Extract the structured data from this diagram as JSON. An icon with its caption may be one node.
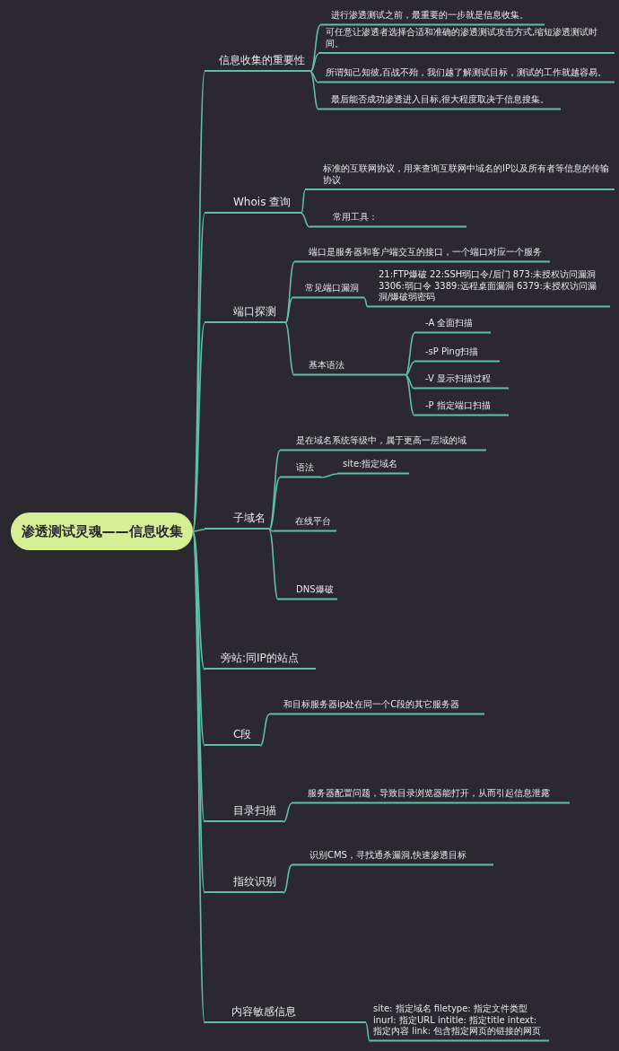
{
  "diagram": {
    "nodes": [
      {
        "text": [
          "渗透测试灵魂——信息收集"
        ]
      },
      {
        "text": [
          "信息收集的重要性"
        ]
      },
      {
        "text": [
          "进行渗透测试之前，最重要的一步就是信息收集。"
        ]
      },
      {
        "text": [
          "可任意让渗透者选择合适和准确的渗透测试攻击方式,缩短渗透测试时间。"
        ]
      },
      {
        "text": [
          "所谓知己知彼,百战不殆，我们越了解测试目标，测试的工作就越容易。"
        ]
      },
      {
        "text": [
          "最后能否成功渗透进入目标,很大程度取决于信息搜集。"
        ]
      },
      {
        "text": [
          "Whois 查询"
        ]
      },
      {
        "text": [
          "标准的互联网协议，用来查询互联网中域名的IP以及所有者等信息的传输协议"
        ]
      },
      {
        "text": [
          "常用工具："
        ]
      },
      {
        "text": [
          "端口探测"
        ]
      },
      {
        "text": [
          "端口是服务器和客户端交互的接口，一个端口对应一个服务"
        ]
      },
      {
        "text": [
          "常见端口漏洞"
        ]
      },
      {
        "text": [
          "21:FTP爆破 22:SSH弱口令/后门 873:未授权访问漏洞 3306:弱口令 3389:远程桌面漏洞 6379:未授权访问漏洞/爆破弱密码"
        ]
      },
      {
        "text": [
          "基本语法"
        ]
      },
      {
        "text": [
          "-A 全面扫描"
        ]
      },
      {
        "text": [
          "-sP Ping扫描"
        ]
      },
      {
        "text": [
          "-V 显示扫描过程"
        ]
      },
      {
        "text": [
          "-P 指定端口扫描"
        ]
      },
      {
        "text": [
          "子域名"
        ]
      },
      {
        "text": [
          "是在域名系统等级中，属于更高一层域的域"
        ]
      },
      {
        "text": [
          "语法"
        ]
      },
      {
        "text": [
          "site:指定域名"
        ]
      },
      {
        "text": [
          "在线平台"
        ]
      },
      {
        "text": [
          "DNS爆破"
        ]
      },
      {
        "text": [
          "旁站:同IP的站点"
        ]
      },
      {
        "text": [
          "C段"
        ]
      },
      {
        "text": [
          "和目标服务器ip处在同一个C段的其它服务器"
        ]
      },
      {
        "text": [
          "目录扫描"
        ]
      },
      {
        "text": [
          "服务器配置问题，导致目录浏览器能打开，从而引起信息泄露"
        ]
      },
      {
        "text": [
          "指纹识别"
        ]
      },
      {
        "text": [
          "识别CMS，寻找通杀漏洞,快速渗透目标"
        ]
      },
      {
        "text": [
          "内容敏感信息"
        ]
      },
      {
        "text": [
          "site: 指定域名 filetype: 指定文件类型 inurl: 指定URL intitle: 指定title intext: 指定内容 link: 包含指定网页的链接的网页"
        ]
      }
    ],
    "edges": [
      {
        "from": 0,
        "to": 1,
        "arrow": "none"
      },
      {
        "from": 1,
        "to": 2,
        "arrow": "none"
      },
      {
        "from": 1,
        "to": 3,
        "arrow": "none"
      },
      {
        "from": 1,
        "to": 4,
        "arrow": "none"
      },
      {
        "from": 1,
        "to": 5,
        "arrow": "none"
      },
      {
        "from": 0,
        "to": 6,
        "arrow": "none"
      },
      {
        "from": 6,
        "to": 7,
        "arrow": "none"
      },
      {
        "from": 6,
        "to": 8,
        "arrow": "none"
      },
      {
        "from": 0,
        "to": 9,
        "arrow": "none"
      },
      {
        "from": 9,
        "to": 10,
        "arrow": "none"
      },
      {
        "from": 9,
        "to": 11,
        "arrow": "none"
      },
      {
        "from": 11,
        "to": 12,
        "arrow": "none"
      },
      {
        "from": 9,
        "to": 13,
        "arrow": "none"
      },
      {
        "from": 13,
        "to": 14,
        "arrow": "none"
      },
      {
        "from": 13,
        "to": 15,
        "arrow": "none"
      },
      {
        "from": 13,
        "to": 16,
        "arrow": "none"
      },
      {
        "from": 13,
        "to": 17,
        "arrow": "none"
      },
      {
        "from": 0,
        "to": 18,
        "arrow": "none"
      },
      {
        "from": 18,
        "to": 19,
        "arrow": "none"
      },
      {
        "from": 18,
        "to": 20,
        "arrow": "none"
      },
      {
        "from": 20,
        "to": 21,
        "arrow": "none"
      },
      {
        "from": 18,
        "to": 22,
        "arrow": "none"
      },
      {
        "from": 18,
        "to": 23,
        "arrow": "none"
      },
      {
        "from": 0,
        "to": 24,
        "arrow": "none"
      },
      {
        "from": 0,
        "to": 25,
        "arrow": "none"
      },
      {
        "from": 25,
        "to": 26,
        "arrow": "none"
      },
      {
        "from": 0,
        "to": 27,
        "arrow": "none"
      },
      {
        "from": 27,
        "to": 28,
        "arrow": "none"
      },
      {
        "from": 0,
        "to": 29,
        "arrow": "none"
      },
      {
        "from": 29,
        "to": 30,
        "arrow": "none"
      },
      {
        "from": 0,
        "to": 31,
        "arrow": "none"
      },
      {
        "from": 31,
        "to": 32,
        "arrow": "none"
      }
    ]
  }
}
